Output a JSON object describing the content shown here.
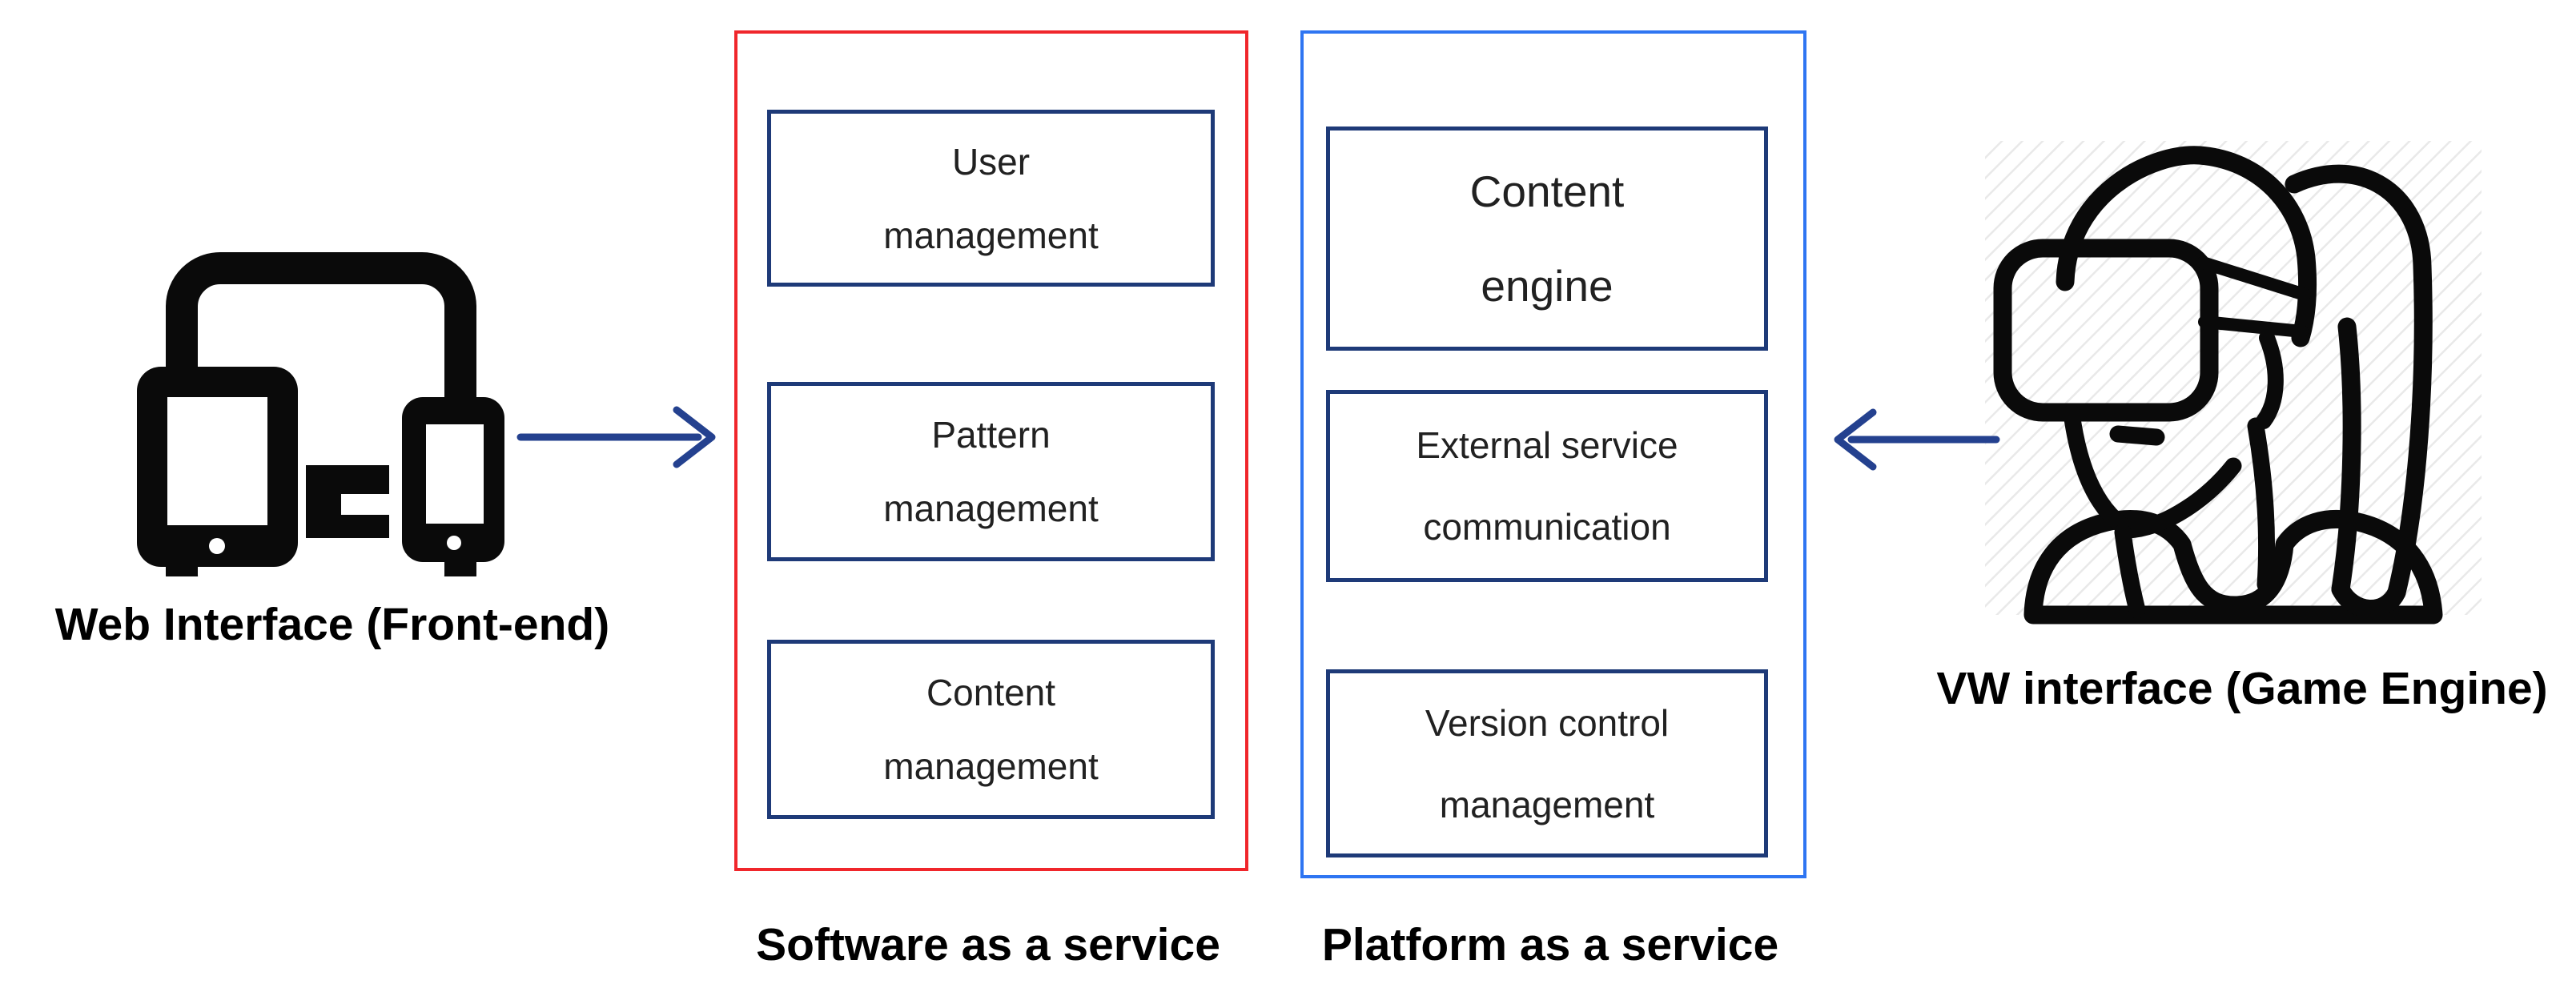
{
  "title": "Web-to-virtual-world service architecture diagram",
  "colors": {
    "saas_border": "#f0262b",
    "paas_border": "#2e75f2",
    "inner_box_border": "#1e3a78",
    "arrow": "#24418f",
    "icon_ink": "#0a0a0a",
    "hatch": "#e9e9e9",
    "text": "#1f1f1f"
  },
  "left_interface": {
    "caption": "Web Interface (Front-end)",
    "icon": "responsive-devices-icon"
  },
  "right_interface": {
    "caption": "VW interface (Game Engine)",
    "icon": "vr-headset-person-icon"
  },
  "saas": {
    "label": "Software as a service",
    "modules": [
      {
        "lines": [
          "User",
          "management"
        ]
      },
      {
        "lines": [
          "Pattern",
          "management"
        ]
      },
      {
        "lines": [
          "Content",
          "management"
        ]
      }
    ]
  },
  "paas": {
    "label": "Platform as a service",
    "modules": [
      {
        "lines": [
          "Content",
          "engine"
        ]
      },
      {
        "lines": [
          "External service",
          "communication"
        ]
      },
      {
        "lines": [
          "Version control",
          "management"
        ]
      }
    ]
  },
  "arrows": [
    {
      "name": "web-to-saas",
      "direction": "right"
    },
    {
      "name": "vw-to-paas",
      "direction": "left"
    }
  ]
}
